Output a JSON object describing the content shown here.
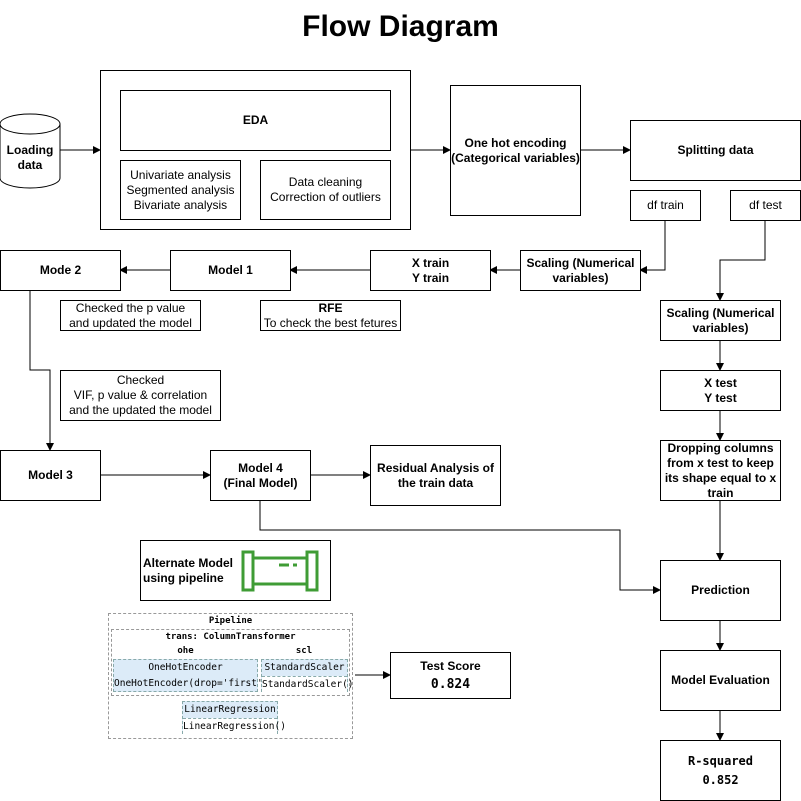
{
  "title": "Flow Diagram",
  "nodes": {
    "loading": "Loading\ndata",
    "eda": "EDA",
    "univariate": "Univariate analysis\nSegmented analysis\nBivariate analysis",
    "cleaning": "Data cleaning\nCorrection of outliers",
    "onehot": "One hot encoding\n(Categorical variables)",
    "splitting": "Splitting data",
    "df_train": "df train",
    "df_test": "df test",
    "scaling_train": "Scaling (Numerical\nvariables)",
    "xy_train": "X train\nY train",
    "model1": "Model 1",
    "mode2": "Mode 2",
    "checked_p": "Checked the p value\nand updated the model",
    "rfe_title": "RFE",
    "rfe_sub": "To check the best fetures",
    "checked_vif": "Checked\nVIF, p value & correlation\nand the updated the model",
    "model3": "Model 3",
    "model4": "Model 4\n(Final Model)",
    "residual": "Residual Analysis of\nthe train data",
    "scaling_test": "Scaling (Numerical\nvariables)",
    "xy_test": "X test\nY test",
    "dropping": "Dropping columns\nfrom x test to keep\nits shape equal to x\ntrain",
    "prediction": "Prediction",
    "evaluation": "Model Evaluation",
    "rsq_label": "R-squared",
    "rsq_value": "0.852",
    "alternate": "Alternate Model\nusing pipeline",
    "test_score_label": "Test Score",
    "test_score_value": "0.824"
  },
  "pipeline": {
    "title": "Pipeline",
    "transformer": "trans: ColumnTransformer",
    "col_ohe": "ohe",
    "col_scl": "scl",
    "ohe_name": "OneHotEncoder",
    "ohe_call": "OneHotEncoder(drop='first')",
    "scl_name": "StandardScaler",
    "scl_call": "StandardScaler()",
    "lr_name": "LinearRegression",
    "lr_call": "LinearRegression()"
  },
  "colors": {
    "pipeline_icon": "#3f9c35",
    "estimator_fill": "#dcebf8"
  },
  "icons": {
    "pipeline_icon": "pipeline-icon"
  }
}
